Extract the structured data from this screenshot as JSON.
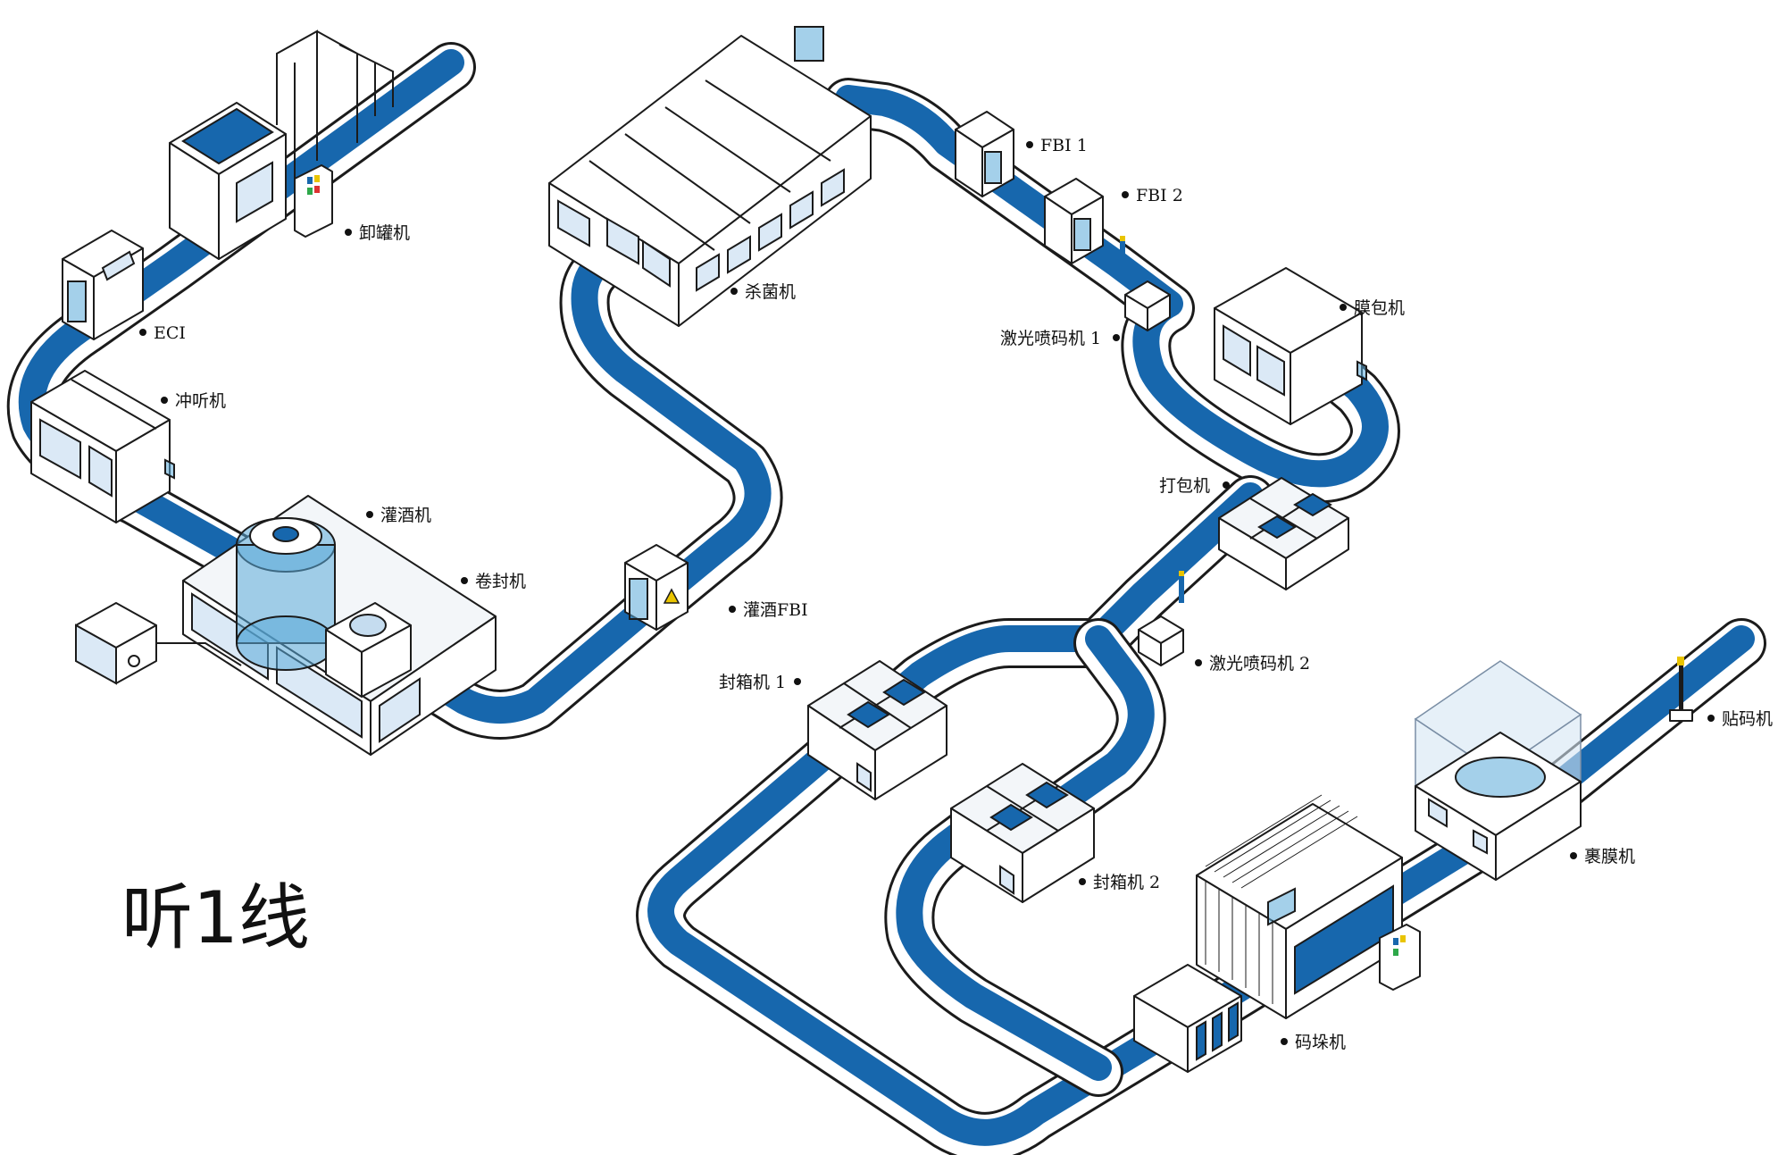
{
  "title": "听1线",
  "labels": {
    "depalletizer": "卸罐机",
    "eci": "ECI",
    "rinser": "冲听机",
    "filler": "灌酒机",
    "seamer": "卷封机",
    "filler_fbi": "灌酒FBI",
    "pasteurizer": "杀菌机",
    "fbi1": "FBI 1",
    "fbi2": "FBI 2",
    "laser_coder1": "激光喷码机 1",
    "shrink_wrapper": "膜包机",
    "packer": "打包机",
    "laser_coder2": "激光喷码机 2",
    "case_sealer1": "封箱机 1",
    "case_sealer2": "封箱机 2",
    "label_applicator": "贴码机",
    "stretch_wrapper": "裹膜机",
    "palletizer": "码垛机"
  },
  "colors": {
    "belt": "#1767ad",
    "accent_light": "#5aa9d8",
    "outline": "#1b1b1b",
    "background": "#ffffff"
  }
}
